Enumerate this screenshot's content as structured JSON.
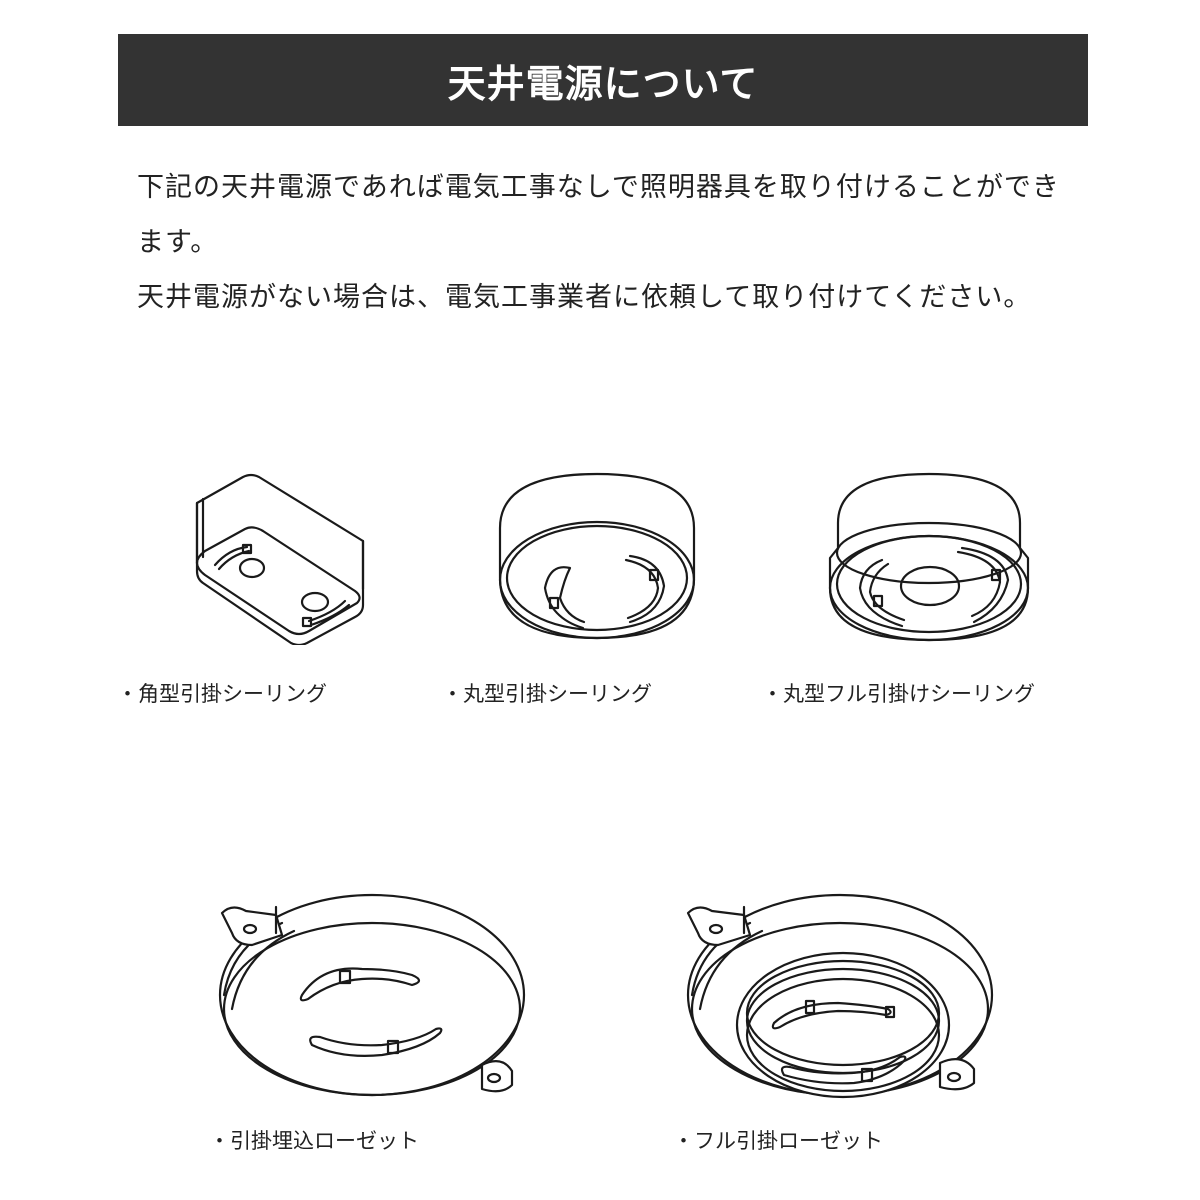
{
  "header": {
    "title": "天井電源について"
  },
  "intro": {
    "paragraph1": "下記の天井電源であれば電気工事なしで照明器具を取り付けることができます。",
    "paragraph2": "天井電源がない場合は、電気工事業者に依頼して取り付けてください。"
  },
  "ceiling_types": [
    {
      "label": "・角型引掛シーリング",
      "icon": "square-hook-ceiling-icon"
    },
    {
      "label": "・丸型引掛シーリング",
      "icon": "round-hook-ceiling-icon"
    },
    {
      "label": "・丸型フル引掛けシーリング",
      "icon": "round-full-hook-ceiling-icon"
    },
    {
      "label": "・引掛埋込ローゼット",
      "icon": "embedded-hook-rosette-icon"
    },
    {
      "label": "・フル引掛ローゼット",
      "icon": "full-hook-rosette-icon"
    }
  ],
  "colors": {
    "header_bg": "#333333",
    "header_text": "#ffffff",
    "body_text": "#222222"
  }
}
